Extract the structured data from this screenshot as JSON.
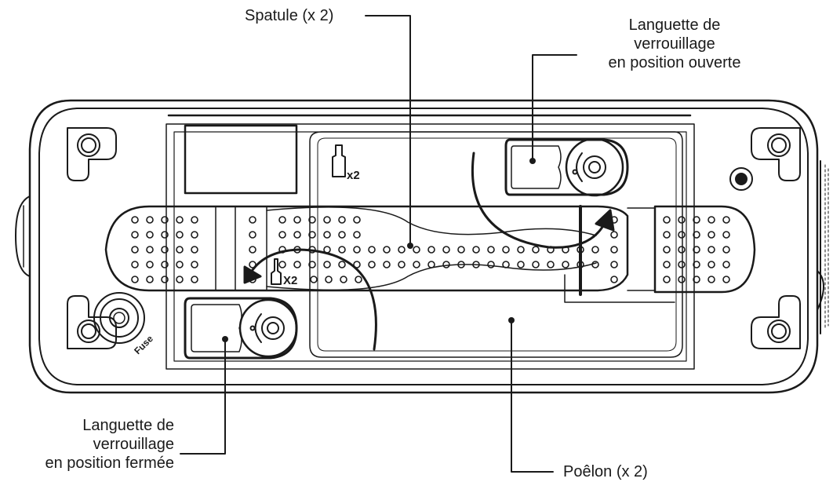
{
  "labels": {
    "spatula": "Spatule (x 2)",
    "lock_open": [
      "Languette de",
      "verrouillage",
      "en position ouverte"
    ],
    "lock_closed": [
      "Languette de",
      "verrouillage",
      "en position fermée"
    ],
    "pan": "Poêlon (x 2)"
  },
  "markings": {
    "pan_count": "x2",
    "spatula_count": "X2",
    "fuse": "Fuse"
  },
  "colors": {
    "line": "#1a1a1a",
    "background": "#ffffff"
  }
}
